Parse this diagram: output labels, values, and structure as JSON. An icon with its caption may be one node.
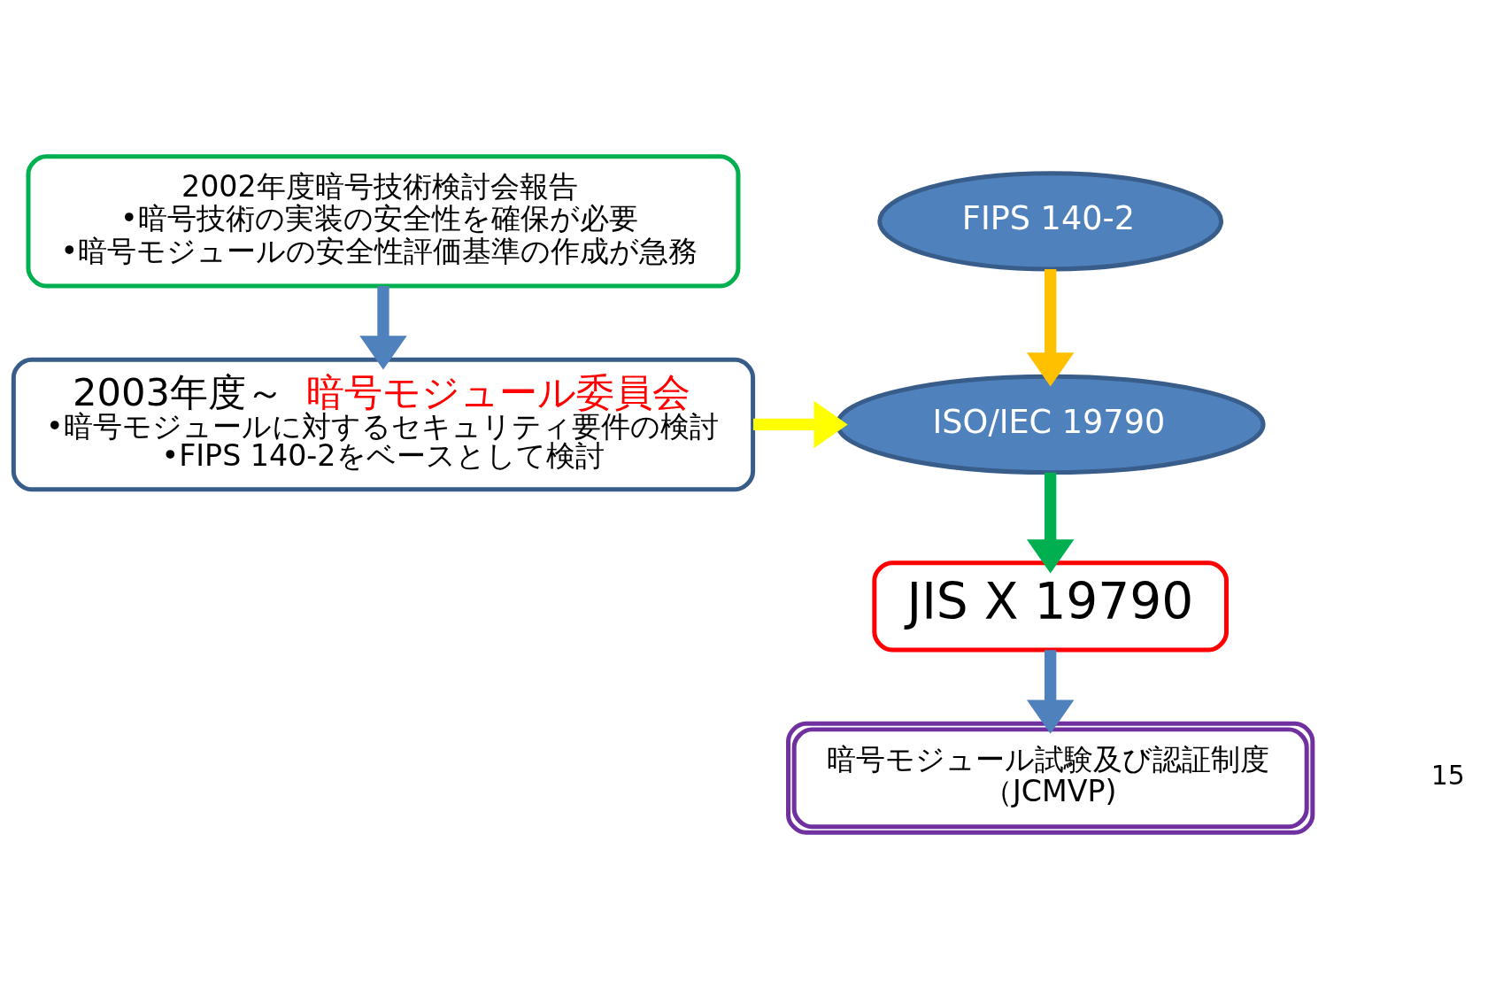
{
  "diagram": {
    "nodes": [
      {
        "text": [
          "2002年度暗号技術検討会報告",
          "•暗号技術の実装の安全性を確保が必要",
          "•暗号モジュールの安全性評価基準の作成が急務"
        ]
      },
      {
        "text": [
          "2003年度～",
          "暗号モジュール委員会",
          "•暗号モジュールに対するセキュリティ要件の検討",
          "•FIPS 140-2をベースとして検討"
        ]
      },
      {
        "text": [
          "FIPS 140-2"
        ]
      },
      {
        "text": [
          "ISO/IEC 19790"
        ]
      },
      {
        "text": [
          "JIS X 19790"
        ]
      },
      {
        "text": [
          "暗号モジュール試験及び認証制度",
          "（JCMVP)"
        ]
      }
    ],
    "edges": [
      {
        "from": 0,
        "to": 1,
        "arrow": "to"
      },
      {
        "from": 2,
        "to": 3,
        "arrow": "to",
        "color": "#ffc000"
      },
      {
        "from": 1,
        "to": 3,
        "arrow": "to",
        "color": "#ffff00"
      },
      {
        "from": 3,
        "to": 4,
        "arrow": "to",
        "color": "#00b050"
      },
      {
        "from": 4,
        "to": 5,
        "arrow": "to"
      }
    ],
    "labels": [
      "15"
    ]
  }
}
